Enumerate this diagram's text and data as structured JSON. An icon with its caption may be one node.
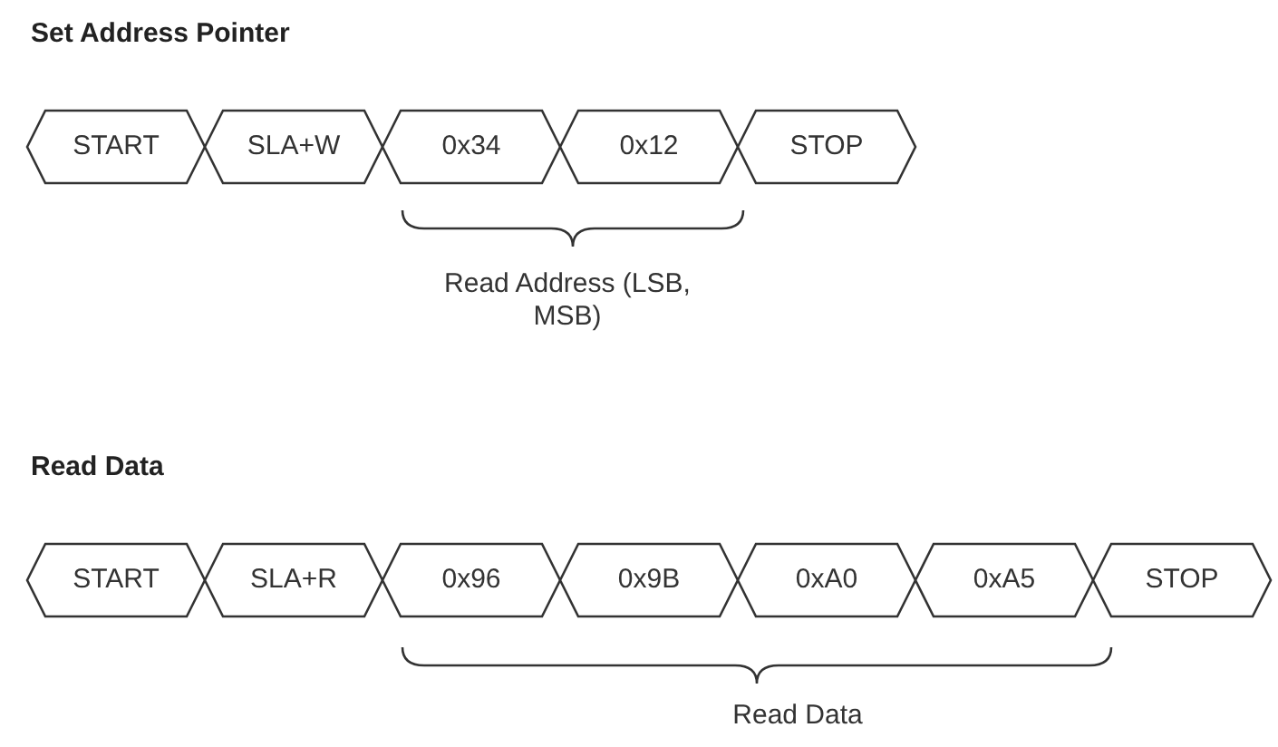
{
  "diagram": {
    "nodes": [
      {
        "text": [
          "START"
        ]
      },
      {
        "text": [
          "SLA+W"
        ]
      },
      {
        "text": [
          "0x34"
        ]
      },
      {
        "text": [
          "0x12"
        ]
      },
      {
        "text": [
          "STOP"
        ]
      },
      {
        "text": [
          "START"
        ]
      },
      {
        "text": [
          "SLA+R"
        ]
      },
      {
        "text": [
          "0x96"
        ]
      },
      {
        "text": [
          "0x9B"
        ]
      },
      {
        "text": [
          "0xA0"
        ]
      },
      {
        "text": [
          "0xA5"
        ]
      },
      {
        "text": [
          "STOP"
        ]
      }
    ],
    "labels": [
      "Set Address Pointer",
      "Read Address (LSB, MSB)",
      "Read Data",
      "Read Data"
    ]
  }
}
